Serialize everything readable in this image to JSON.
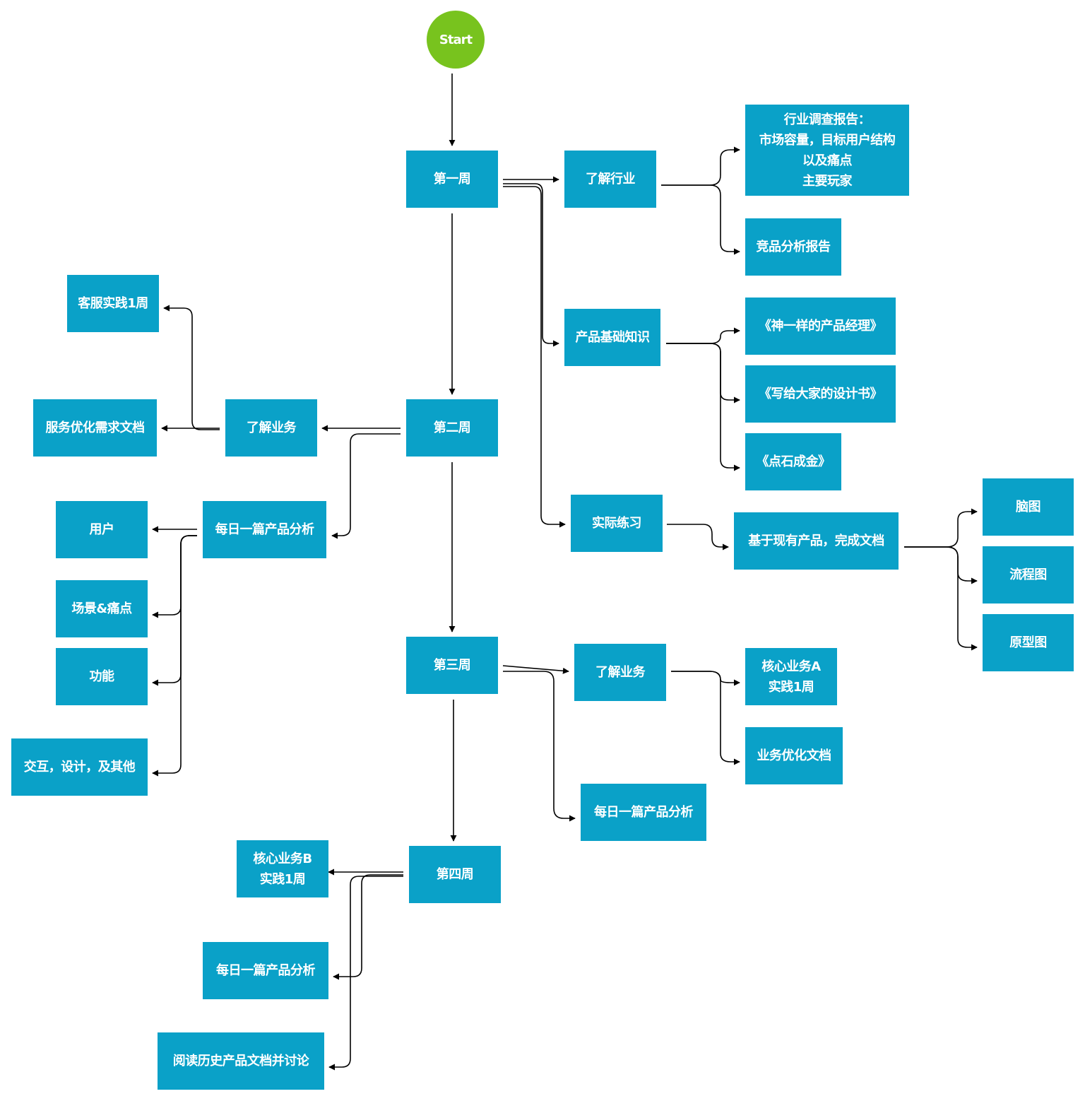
{
  "colors": {
    "box": "#0aa1c8",
    "start": "#78c31e",
    "text": "#ffffff",
    "edge": "#000000"
  },
  "nodes": {
    "start": "Start",
    "w1": "第一周",
    "w2": "第二周",
    "w3": "第三周",
    "w4": "第四周",
    "w1_industry": "了解行业",
    "w1_report": "行业调查报告：\n市场容量，目标用户结构\n以及痛点\n主要玩家",
    "w1_competitor": "竞品分析报告",
    "w1_basics": "产品基础知识",
    "w1_book1": "《神一样的产品经理》",
    "w1_book2": "《写给大家的设计书》",
    "w1_book3": "《点石成金》",
    "w1_practice": "实际练习",
    "w1_doc": "基于现有产品，完成文档",
    "w1_mindmap": "脑图",
    "w1_flow": "流程图",
    "w1_proto": "原型图",
    "w2_business": "了解业务",
    "w2_cs": "客服实践1周",
    "w2_svcdoc": "服务优化需求文档",
    "w2_daily": "每日一篇产品分析",
    "w2_user": "用户",
    "w2_scene": "场景&痛点",
    "w2_feature": "功能",
    "w2_other": "交互，设计，及其他",
    "w3_business": "了解业务",
    "w3_coreA": "核心业务A\n实践1周",
    "w3_opt": "业务优化文档",
    "w3_daily": "每日一篇产品分析",
    "w4_coreB": "核心业务B\n实践1周",
    "w4_daily": "每日一篇产品分析",
    "w4_history": "阅读历史产品文档并讨论"
  }
}
